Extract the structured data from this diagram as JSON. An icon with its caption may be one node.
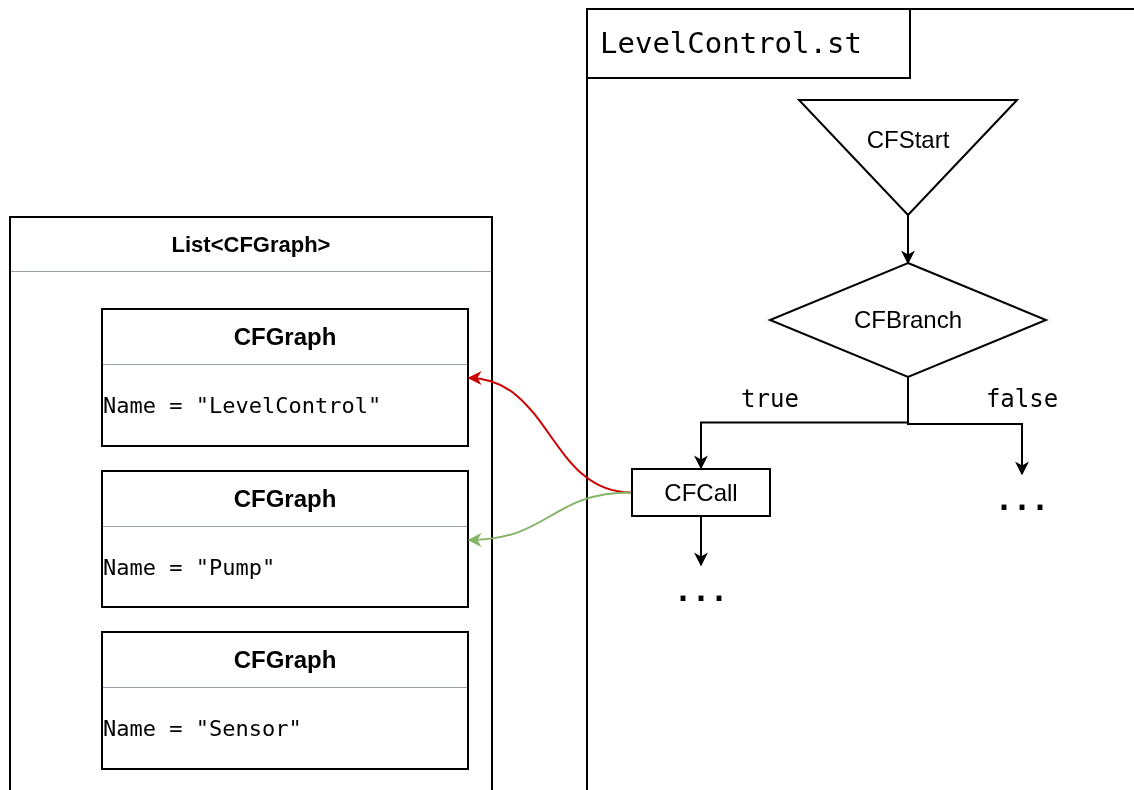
{
  "diagram": {
    "nodes": [
      {
        "text": [
          "List<CFGraph>"
        ]
      },
      {
        "text": [
          "CFGraph",
          "Name = \"LevelControl\""
        ],
        "in": 0
      },
      {
        "text": [
          "CFGraph",
          "Name = \"Pump\""
        ],
        "in": 0
      },
      {
        "text": [
          "CFGraph",
          "Name = \"Sensor\""
        ],
        "in": 0
      },
      {
        "text": [
          "LevelControl.st"
        ]
      },
      {
        "text": [
          "CFStart"
        ],
        "in": 4
      },
      {
        "text": [
          "CFBranch"
        ],
        "in": 4
      },
      {
        "text": [
          "CFCall"
        ],
        "in": 4
      },
      {
        "text": [
          "..."
        ],
        "in": 4
      },
      {
        "text": [
          "..."
        ],
        "in": 4
      }
    ],
    "edges": [
      {
        "from": 5,
        "to": 6,
        "arrow": "to"
      },
      {
        "from": 6,
        "to": 7,
        "arrow": "to",
        "label": "true"
      },
      {
        "from": 6,
        "to": 9,
        "arrow": "to",
        "label": "false"
      },
      {
        "from": 7,
        "to": 8,
        "arrow": "to"
      },
      {
        "from": 7,
        "to": 1,
        "arrow": "to",
        "color": "#cc0000"
      },
      {
        "from": 7,
        "to": 2,
        "arrow": "to",
        "color": "#82b366"
      }
    ]
  }
}
